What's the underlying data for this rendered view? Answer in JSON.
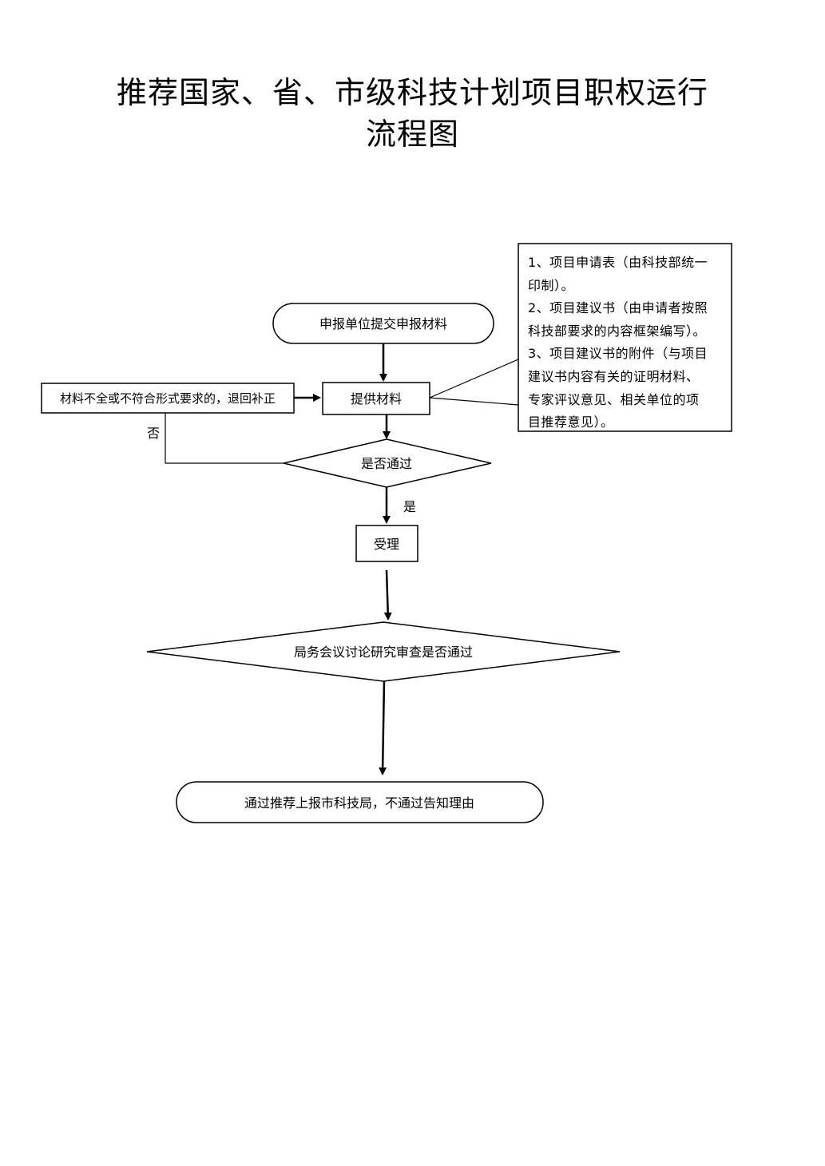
{
  "title": {
    "line1": "推荐国家、省、市级科技计划项目职权运行",
    "line2": "流程图"
  },
  "nodes": {
    "start": "申报单位提交申报材料",
    "provide": "提供材料",
    "reject": "材料不全或不符合形式要求的，退回补正",
    "decision1": "是否通过",
    "accept": "受理",
    "decision2": "局务会议讨论研究审查是否通过",
    "end": "通过推荐上报市科技局，不通过告知理由"
  },
  "edge_labels": {
    "no": "否",
    "yes": "是"
  },
  "note": {
    "lines": [
      "1、项目申请表（由科技部统一",
      "印制）。",
      "2、项目建议书（由申请者按照",
      "科技部要求的内容框架编写）。",
      "3、项目建议书的附件（与项目",
      "建议书内容有关的证明材料、",
      "专家评议意见、相关单位的项",
      "目推荐意见）。"
    ]
  }
}
